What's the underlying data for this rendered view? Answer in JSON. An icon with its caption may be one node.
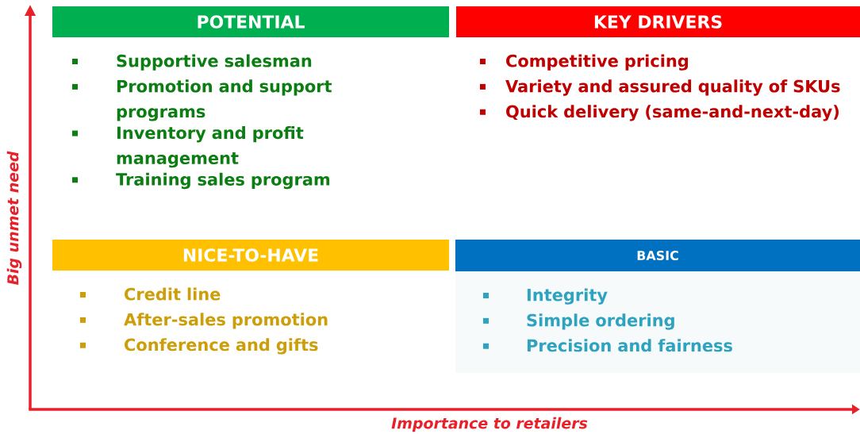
{
  "diagram": {
    "nodes": [
      {
        "text": [
          "POTENTIAL",
          "Supportive salesman",
          "Promotion and support programs",
          "Inventory and profit management",
          "Training sales program"
        ]
      },
      {
        "text": [
          "KEY DRIVERS",
          "Competitive pricing",
          "Variety and assured quality of SKUs",
          "Quick delivery (same-and-next-day)"
        ]
      },
      {
        "text": [
          "NICE-TO-HAVE",
          "Credit line",
          "After-sales promotion",
          "Conference and gifts"
        ]
      },
      {
        "text": [
          "BASIC",
          "Integrity",
          "Simple ordering",
          "Precision and fairness"
        ]
      }
    ],
    "labels": [
      "Big unmet need",
      "Importance to retailers"
    ]
  }
}
